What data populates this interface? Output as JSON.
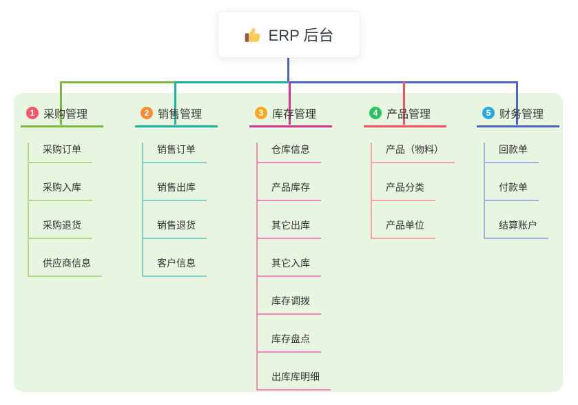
{
  "root": {
    "label": "ERP 后台",
    "icon": "thumbs-up-icon"
  },
  "connector": {
    "stem_color": "#4a63c4"
  },
  "panel_color": "#e7f5e1",
  "branches": [
    {
      "badge": "1",
      "label": "采购管理",
      "color": "#7cb83d",
      "light_color": "#b1d98b",
      "badge_color": "#f25767",
      "items": [
        "采购订单",
        "采购入库",
        "采购退货",
        "供应商信息"
      ]
    },
    {
      "badge": "2",
      "label": "销售管理",
      "color": "#17b3a3",
      "light_color": "#7fd2c9",
      "badge_color": "#f78b33",
      "items": [
        "销售订单",
        "销售出库",
        "销售退货",
        "客户信息"
      ]
    },
    {
      "badge": "3",
      "label": "库存管理",
      "color": "#d6368f",
      "light_color": "#f186bc",
      "badge_color": "#f7a823",
      "items": [
        "仓库信息",
        "产品库存",
        "其它出库",
        "其它入库",
        "库存调拨",
        "库存盘点",
        "出库库明细"
      ]
    },
    {
      "badge": "4",
      "label": "产品管理",
      "color": "#f15162",
      "light_color": "#f8a0a6",
      "badge_color": "#2fbf67",
      "items": [
        "产品（物料）",
        "产品分类",
        "产品单位"
      ]
    },
    {
      "badge": "5",
      "label": "财务管理",
      "color": "#4a63c4",
      "light_color": "#9fafdf",
      "badge_color": "#2ba6de",
      "items": [
        "回款单",
        "付款单",
        "结算账户"
      ]
    }
  ]
}
